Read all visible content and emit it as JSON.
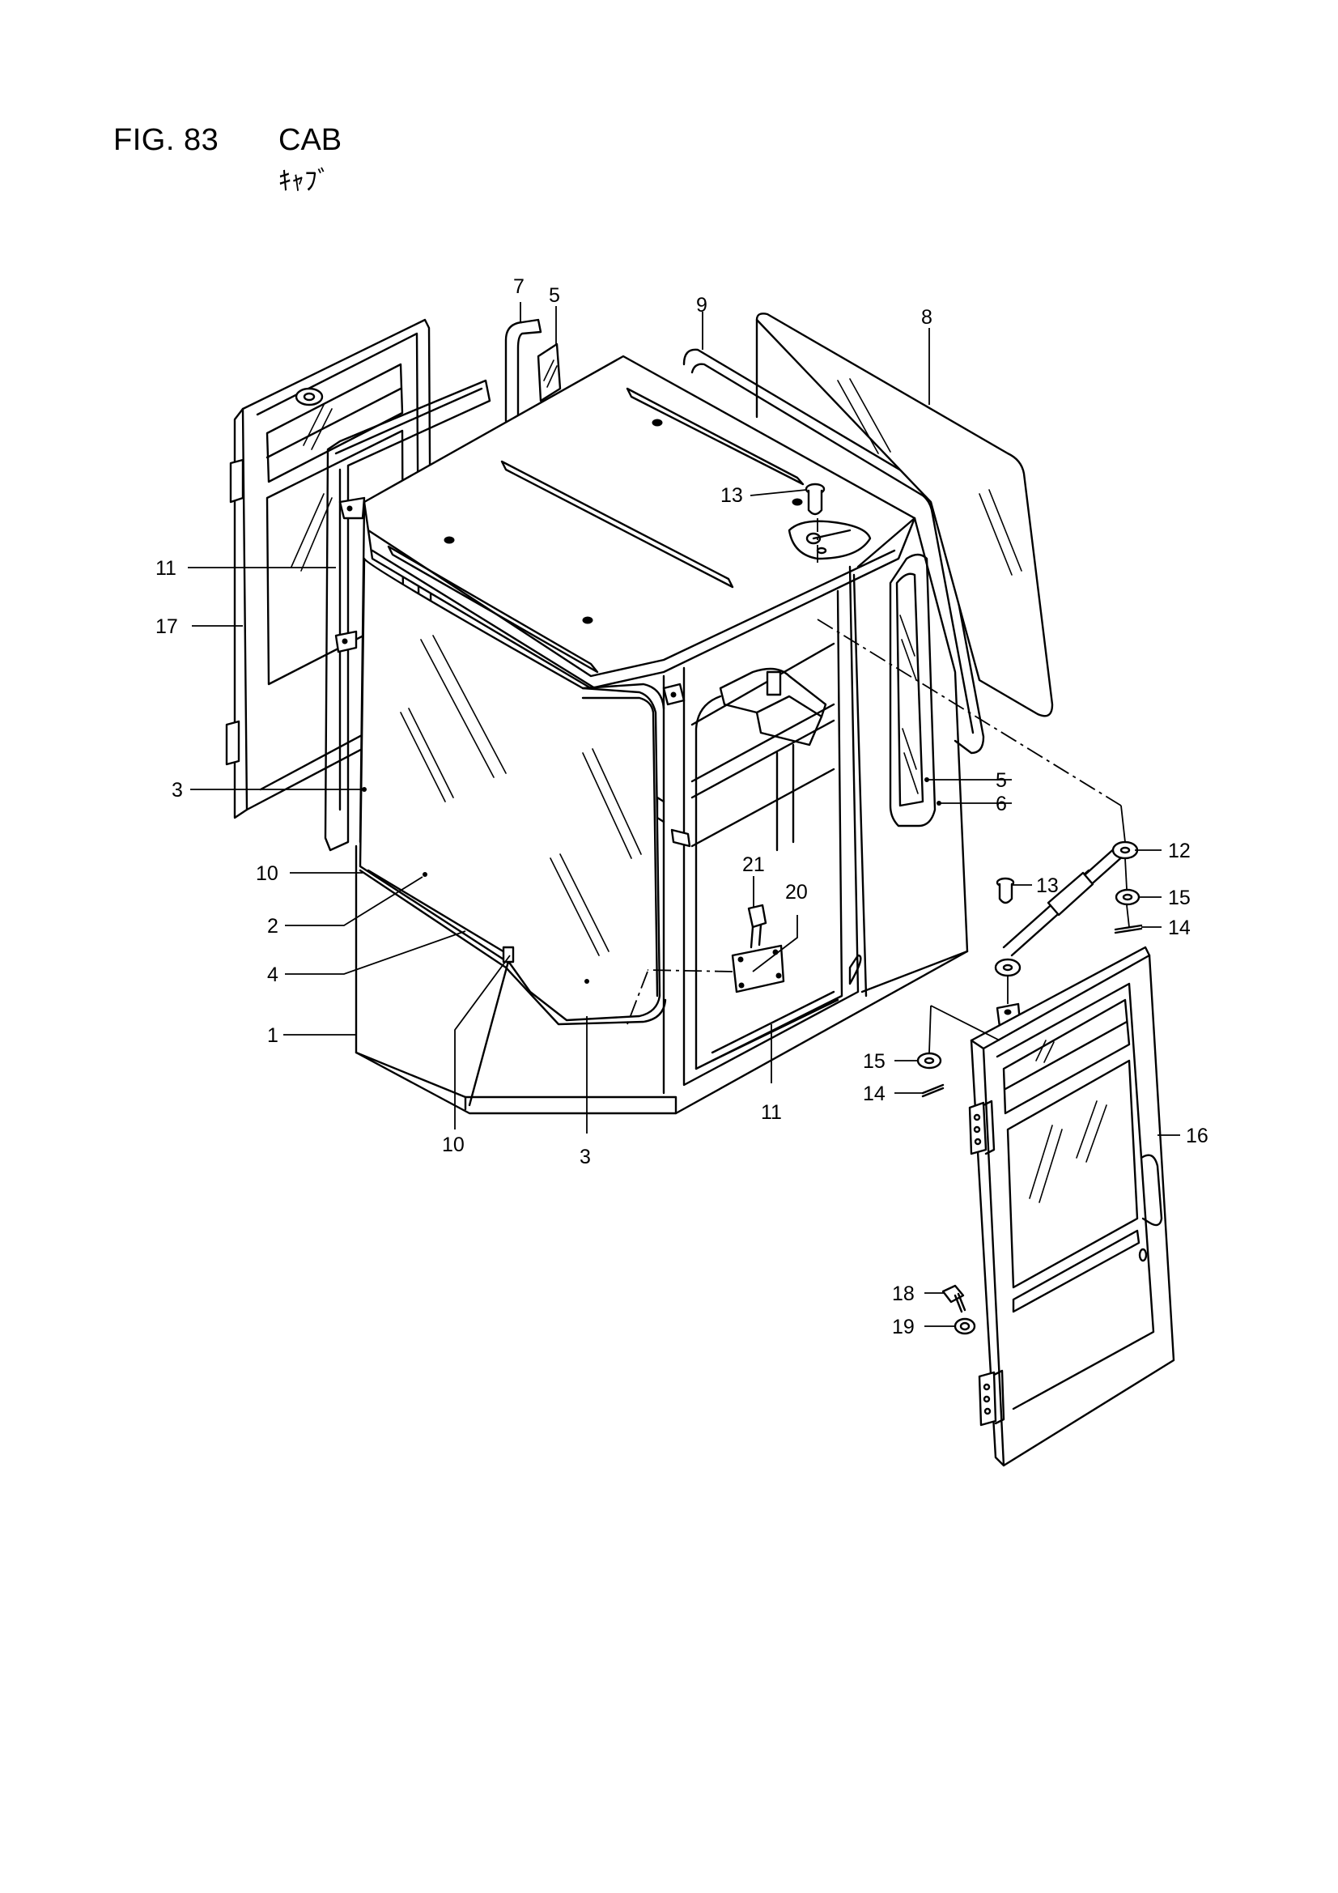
{
  "figure": {
    "number": "FIG. 83",
    "title": "CAB",
    "subtitle": "ｷｬﾌﾞ"
  },
  "callouts": [
    {
      "label": "7"
    },
    {
      "label": "5"
    },
    {
      "label": "9"
    },
    {
      "label": "8"
    },
    {
      "label": "13"
    },
    {
      "label": "11"
    },
    {
      "label": "17"
    },
    {
      "label": "3"
    },
    {
      "label": "10"
    },
    {
      "label": "2"
    },
    {
      "label": "4"
    },
    {
      "label": "1"
    },
    {
      "label": "10"
    },
    {
      "label": "3"
    },
    {
      "label": "21"
    },
    {
      "label": "20"
    },
    {
      "label": "11"
    },
    {
      "label": "5"
    },
    {
      "label": "6"
    },
    {
      "label": "12"
    },
    {
      "label": "13"
    },
    {
      "label": "15"
    },
    {
      "label": "14"
    },
    {
      "label": "15"
    },
    {
      "label": "14"
    },
    {
      "label": "16"
    },
    {
      "label": "18"
    },
    {
      "label": "19"
    }
  ]
}
